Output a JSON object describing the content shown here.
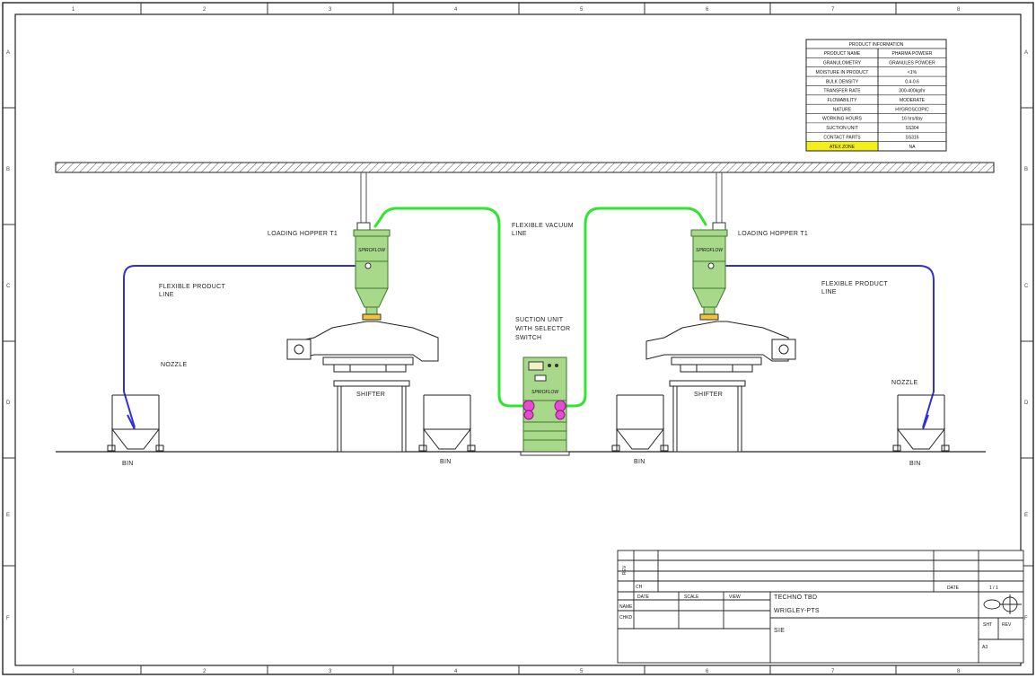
{
  "border_zones": {
    "top": [
      "1",
      "2",
      "3",
      "4",
      "5",
      "6",
      "7",
      "8"
    ],
    "bottom": [
      "1",
      "2",
      "3",
      "4",
      "5",
      "6",
      "7",
      "8"
    ],
    "side": [
      "A",
      "B",
      "C",
      "D",
      "E",
      "F"
    ]
  },
  "product_info": {
    "title": "PRODUCT INFORMATION",
    "rows": [
      {
        "key": "PRODUCT NAME",
        "value": "PHARMA POWDER",
        "highlight": false
      },
      {
        "key": "GRANULOMETRY",
        "value": "GRANULES POWDER",
        "highlight": false
      },
      {
        "key": "MOISTURE IN PRODUCT",
        "value": "<1%",
        "highlight": false
      },
      {
        "key": "BULK DENSITY",
        "value": "0.4-0.6",
        "highlight": false
      },
      {
        "key": "TRANSFER RATE",
        "value": "300-400kg/hr",
        "highlight": false
      },
      {
        "key": "FLOWABILITY",
        "value": "MODERATE",
        "highlight": false
      },
      {
        "key": "NATURE",
        "value": "HYGROSCOPIC",
        "highlight": false
      },
      {
        "key": "WORKING HOURS",
        "value": "16 hrs/day",
        "highlight": false
      },
      {
        "key": "SUCTION UNIT",
        "value": "SS304",
        "highlight": false
      },
      {
        "key": "CONTACT PARTS",
        "value": "SS316",
        "highlight": false
      },
      {
        "key": "ATEX ZONE",
        "value": "NA",
        "highlight": true
      }
    ]
  },
  "labels": {
    "hopper_left": "LOADING HOPPER T1",
    "hopper_right": "LOADING HOPPER T1",
    "vacuum_line_1": "FLEXIBLE VACUUM",
    "vacuum_line_2": "LINE",
    "product_line_left_1": "FLEXIBLE PRODUCT",
    "product_line_left_2": "LINE",
    "product_line_right_1": "FLEXIBLE PRODUCT",
    "product_line_right_2": "LINE",
    "suction_1": "SUCTION UNIT",
    "suction_2": "WITH SELECTOR",
    "suction_3": "SWITCH",
    "nozzle_left": "NOZZLE",
    "nozzle_right": "NOZZLE",
    "sifter_left": "SHIFTER",
    "sifter_right": "SHIFTER",
    "bin_1": "BIN",
    "bin_2": "BIN",
    "bin_3": "BIN",
    "bin_4": "BIN",
    "hopper_logo": "SPIROFLOW",
    "suction_logo": "SPIROFLOW"
  },
  "title_block": {
    "rev_label": "REV",
    "r1": "DATE",
    "r2": "NAME",
    "r3": "CHKD",
    "ch": "CH",
    "view_label": "VIEW",
    "scale_label": "SCALE",
    "company": "TECHNO TBD",
    "client": "WRIGLEY-PTS",
    "project": "SIE",
    "date": "DATE",
    "sheet": "1 / 1",
    "no1": "SHT",
    "no2": "REV",
    "a3": "A3"
  },
  "colors": {
    "vacuum_line": "#2ee62e",
    "product_line": "#2f2fe0",
    "equipment": "#a8d88a",
    "selector_valve": "#e64ad1",
    "atex_highlight": "#f2ee1a",
    "drawing_line": "#222222"
  }
}
